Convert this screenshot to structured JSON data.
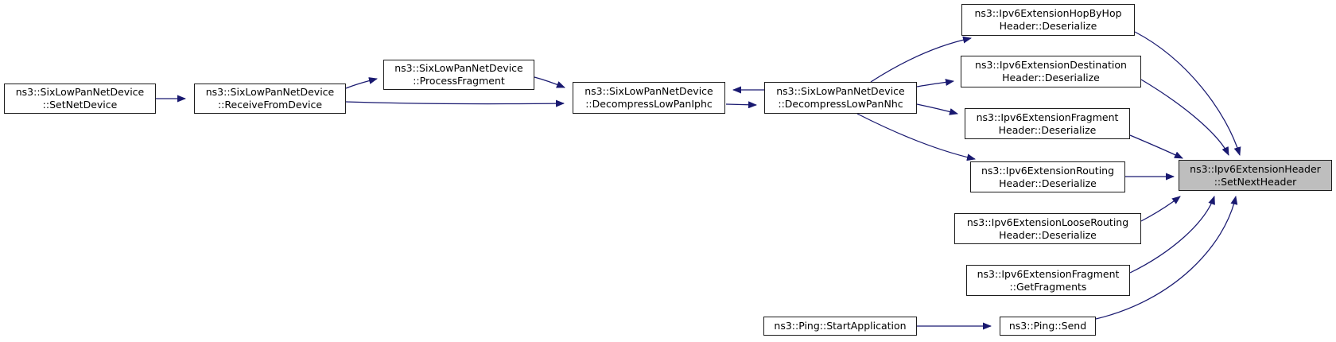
{
  "diagram_type": "call-graph",
  "colors": {
    "edge": "#191970",
    "node_fill": "#ffffff",
    "node_border": "#1c1c1c",
    "highlight_fill": "#bebebe",
    "bg": "#ffffff",
    "text": "#000000"
  },
  "graph": {
    "nodes": {
      "set_net_device": {
        "line1": "ns3::SixLowPanNetDevice",
        "line2": "::SetNetDevice"
      },
      "receive_from_device": {
        "line1": "ns3::SixLowPanNetDevice",
        "line2": "::ReceiveFromDevice"
      },
      "process_fragment": {
        "line1": "ns3::SixLowPanNetDevice",
        "line2": "::ProcessFragment"
      },
      "decompress_lowpan_iphc": {
        "line1": "ns3::SixLowPanNetDevice",
        "line2": "::DecompressLowPanIphc"
      },
      "decompress_lowpan_nhc": {
        "line1": "ns3::SixLowPanNetDevice",
        "line2": "::DecompressLowPanNhc"
      },
      "hopbyhop_deserialize": {
        "line1": "ns3::Ipv6ExtensionHopByHop",
        "line2": "Header::Deserialize"
      },
      "destination_deserialize": {
        "line1": "ns3::Ipv6ExtensionDestination",
        "line2": "Header::Deserialize"
      },
      "fragment_deserialize": {
        "line1": "ns3::Ipv6ExtensionFragment",
        "line2": "Header::Deserialize"
      },
      "routing_deserialize": {
        "line1": "ns3::Ipv6ExtensionRouting",
        "line2": "Header::Deserialize"
      },
      "loose_routing_deserialize": {
        "line1": "ns3::Ipv6ExtensionLooseRouting",
        "line2": "Header::Deserialize"
      },
      "fragment_get_fragments": {
        "line1": "ns3::Ipv6ExtensionFragment",
        "line2": "::GetFragments"
      },
      "ping_start_application": {
        "line1": "ns3::Ping::StartApplication"
      },
      "ping_send": {
        "line1": "ns3::Ping::Send"
      },
      "set_next_header": {
        "line1": "ns3::Ipv6ExtensionHeader",
        "line2": "::SetNextHeader"
      }
    }
  }
}
